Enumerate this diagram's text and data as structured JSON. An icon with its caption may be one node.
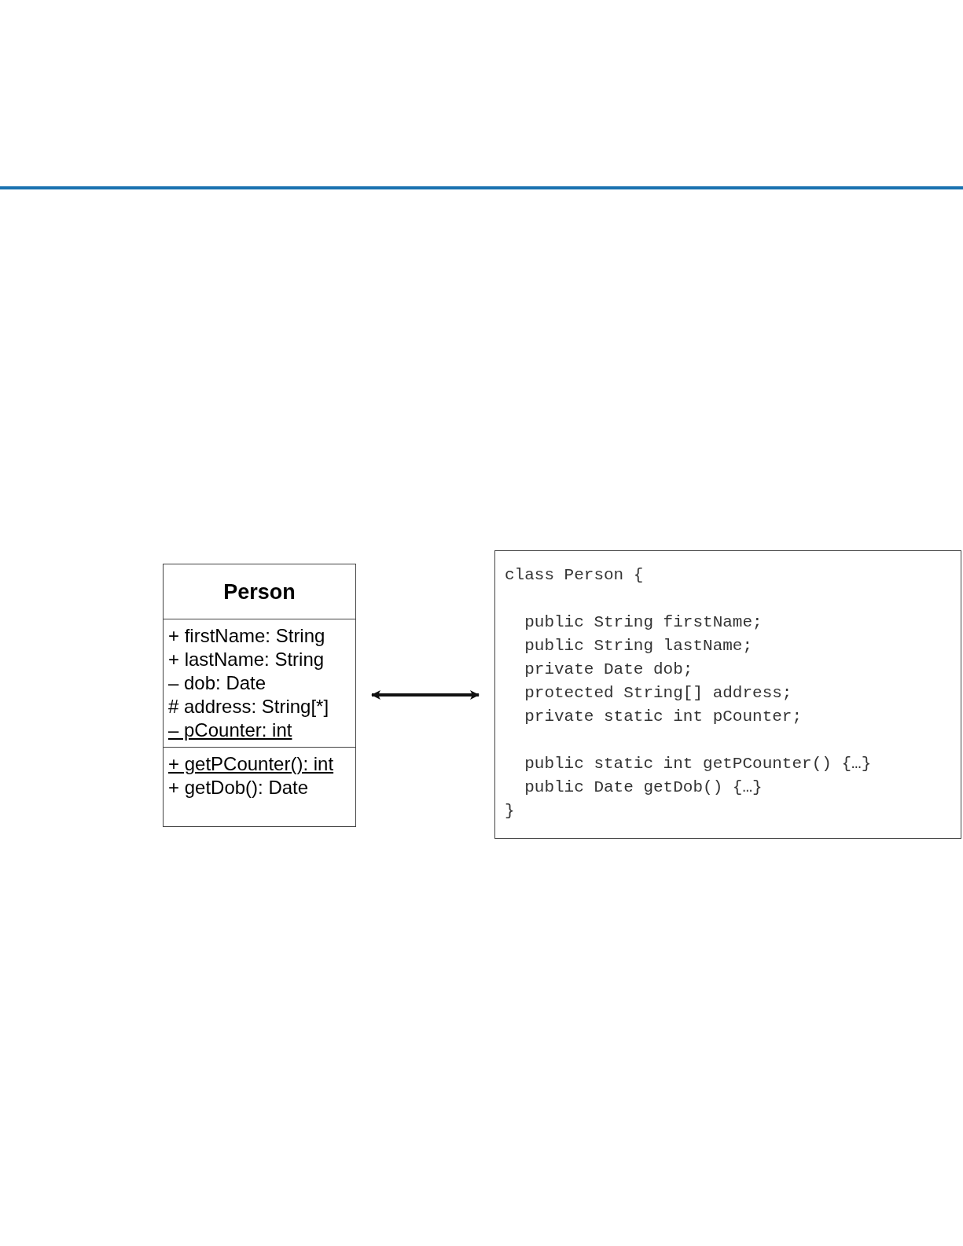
{
  "diagram": {
    "nodes": [
      {
        "text": [
          "Person",
          "+ firstName: String",
          "+ lastName: String",
          "– dob: Date",
          "# address: String[*]",
          "– pCounter: int",
          "+ getPCounter(): int",
          "+ getDob(): Date"
        ]
      },
      {
        "text": [
          "class Person {",
          "public String firstName;",
          "public String lastName;",
          "private Date dob;",
          "protected String[] address;",
          "private static int pCounter;",
          "public static int getPCounter() {…}",
          "public Date getDob() {…}",
          "}"
        ]
      }
    ],
    "edges": [
      {
        "from": 0,
        "to": 1,
        "arrow": "both"
      }
    ]
  }
}
